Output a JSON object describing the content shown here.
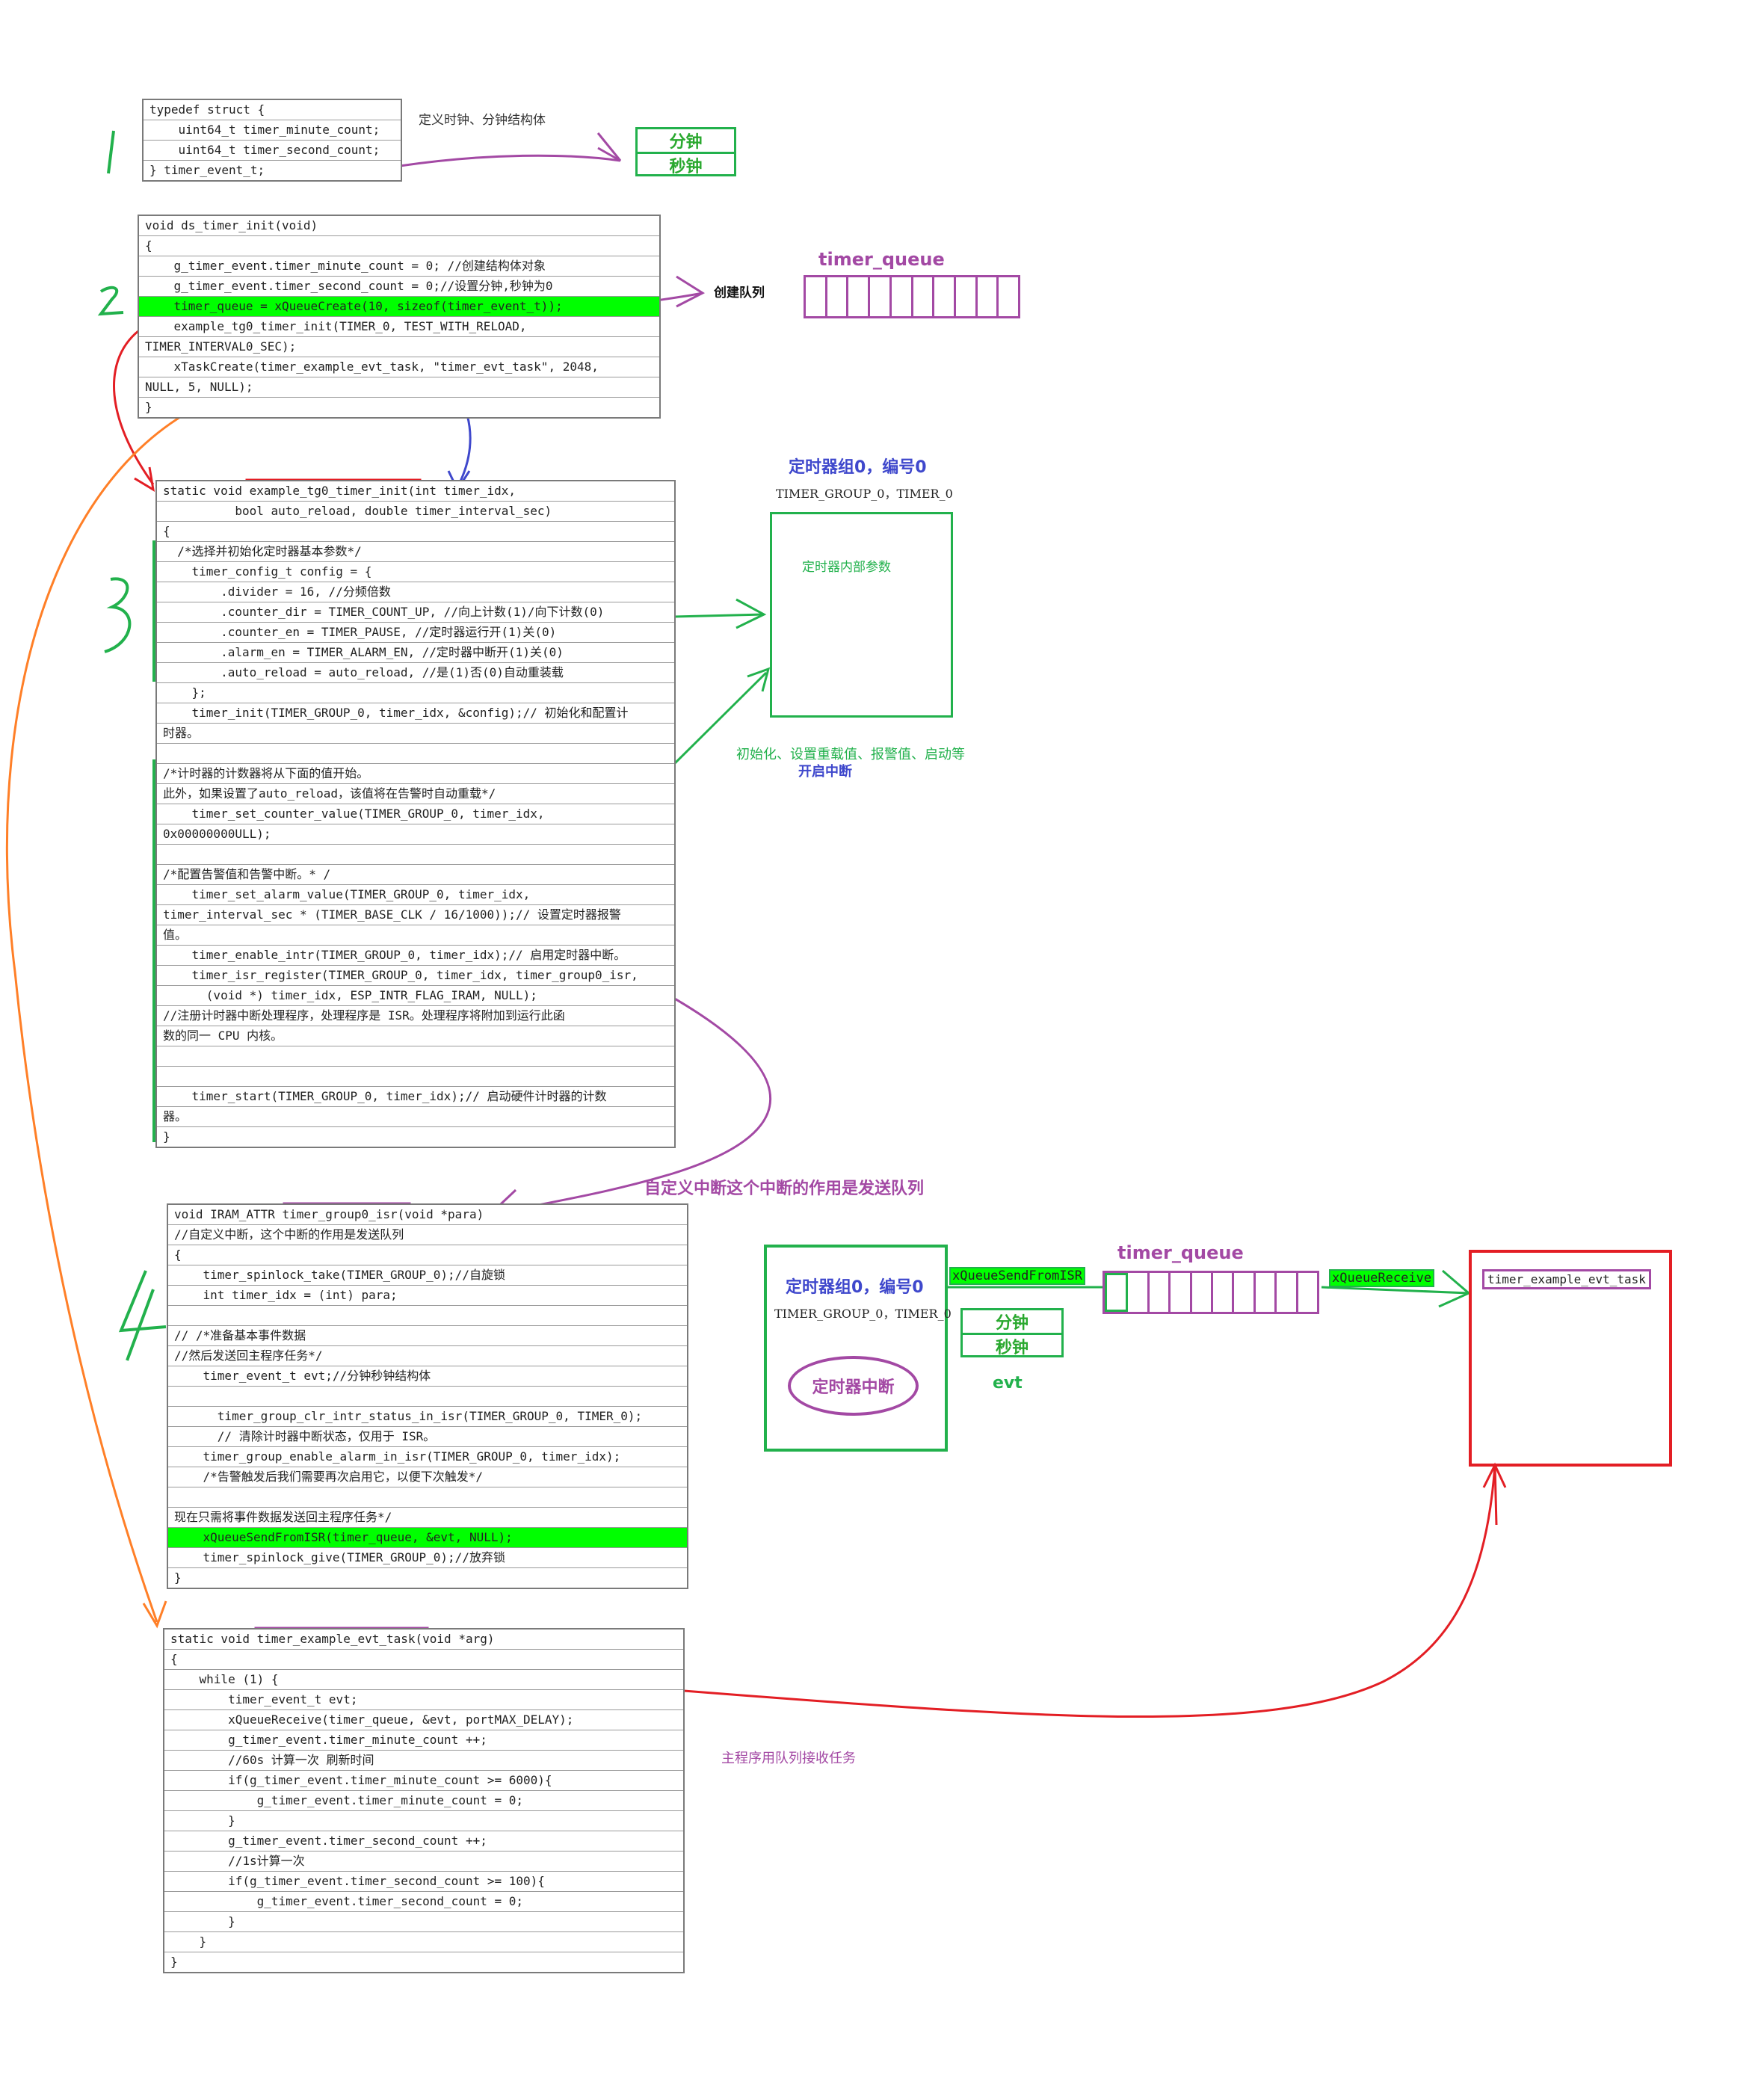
{
  "colors": {
    "green": "#22b14c",
    "purple": "#a349a4",
    "red": "#e31e24",
    "blue": "#3f48cc",
    "orange": "#ff7f27",
    "hl": "#00ff00"
  },
  "steps": {
    "one": "1",
    "two": "2",
    "three": "3",
    "four": "4"
  },
  "code1": {
    "lines": [
      "typedef struct {",
      "    uint64_t timer_minute_count;",
      "    uint64_t timer_second_count;",
      "} timer_event_t;"
    ]
  },
  "code2": {
    "lines": [
      "void ds_timer_init(void)",
      "{",
      "    g_timer_event.timer_minute_count = 0; //创建结构体对象",
      "    g_timer_event.timer_second_count = 0;//设置分钟,秒钟为0",
      "    timer_queue = xQueueCreate(10, sizeof(timer_event_t));",
      "    example_tg0_timer_init(TIMER_0, TEST_WITH_RELOAD,",
      "TIMER_INTERVAL0_SEC);",
      "    xTaskCreate(timer_example_evt_task, \"timer_evt_task\", 2048,",
      "NULL, 5, NULL);",
      "}"
    ]
  },
  "code3": {
    "lines": [
      "static void example_tg0_timer_init(int timer_idx,",
      "          bool auto_reload, double timer_interval_sec)",
      "{",
      "  /*选择并初始化定时器基本参数*/",
      "    timer_config_t config = {",
      "        .divider = 16, //分频倍数",
      "        .counter_dir = TIMER_COUNT_UP, //向上计数(1)/向下计数(0)",
      "        .counter_en = TIMER_PAUSE, //定时器运行开(1)关(0)",
      "        .alarm_en = TIMER_ALARM_EN, //定时器中断开(1)关(0)",
      "        .auto_reload = auto_reload, //是(1)否(0)自动重装载",
      "    };",
      "    timer_init(TIMER_GROUP_0, timer_idx, &config);// 初始化和配置计",
      "时器。",
      "",
      "/*计时器的计数器将从下面的值开始。",
      "此外，如果设置了auto_reload，该值将在告警时自动重载*/",
      "    timer_set_counter_value(TIMER_GROUP_0, timer_idx,",
      "0x00000000ULL);",
      "",
      "/*配置告警值和告警中断。* /",
      "    timer_set_alarm_value(TIMER_GROUP_0, timer_idx,",
      "timer_interval_sec * (TIMER_BASE_CLK / 16/1000));// 设置定时器报警",
      "值。",
      "    timer_enable_intr(TIMER_GROUP_0, timer_idx);// 启用定时器中断。",
      "    timer_isr_register(TIMER_GROUP_0, timer_idx, timer_group0_isr,",
      "      (void *) timer_idx, ESP_INTR_FLAG_IRAM, NULL);",
      "//注册计时器中断处理程序，处理程序是 ISR。处理程序将附加到运行此函",
      "数的同一 CPU 内核。",
      "",
      "",
      "    timer_start(TIMER_GROUP_0, timer_idx);// 启动硬件计时器的计数",
      "器。",
      "}"
    ]
  },
  "code4": {
    "lines": [
      "void IRAM_ATTR timer_group0_isr(void *para)",
      "//自定义中断，这个中断的作用是发送队列",
      "{",
      "    timer_spinlock_take(TIMER_GROUP_0);//自旋锁",
      "    int timer_idx = (int) para;",
      "",
      "// /*准备基本事件数据",
      "//然后发送回主程序任务*/",
      "    timer_event_t evt;//分钟秒钟结构体",
      "",
      "      timer_group_clr_intr_status_in_isr(TIMER_GROUP_0, TIMER_0);",
      "      // 清除计时器中断状态，仅用于 ISR。",
      "    timer_group_enable_alarm_in_isr(TIMER_GROUP_0, timer_idx);",
      "    /*告警触发后我们需要再次启用它，以便下次触发*/",
      "",
      "现在只需将事件数据发送回主程序任务*/",
      "    xQueueSendFromISR(timer_queue, &evt, NULL);",
      "    timer_spinlock_give(TIMER_GROUP_0);//放弃锁",
      "}"
    ]
  },
  "code5": {
    "lines": [
      "static void timer_example_evt_task(void *arg)",
      "{",
      "    while (1) {",
      "        timer_event_t evt;",
      "        xQueueReceive(timer_queue, &evt, portMAX_DELAY);",
      "        g_timer_event.timer_minute_count ++;",
      "        //60s 计算一次 刷新时间",
      "        if(g_timer_event.timer_minute_count >= 6000){",
      "            g_timer_event.timer_minute_count = 0;",
      "        }",
      "        g_timer_event.timer_second_count ++;",
      "        //1s计算一次",
      "        if(g_timer_event.timer_second_count >= 100){",
      "            g_timer_event.timer_second_count = 0;",
      "        }",
      "    }",
      "}"
    ]
  },
  "labels": {
    "define_struct": "定义时钟、分钟结构体",
    "minute": "分钟",
    "second": "秒钟",
    "create_queue": "创建队列",
    "timer_queue": "timer_queue",
    "timer_group_title": "定时器组0，编号0",
    "timer_group_sub": "TIMER_GROUP_0，TIMER_0",
    "timer_internal": "定时器内部参数",
    "init_desc": "初始化、设置重载值、报警值、启动等",
    "enable_intr": "开启中断",
    "custom_isr": "自定义中断这个中断的作用是发送队列",
    "timer_interrupt": "定时器中断",
    "send_from_isr": "xQueueSendFromISR",
    "queue_receive": "xQueueReceive",
    "evt": "evt",
    "task_name": "timer_example_evt_task",
    "main_receive": "主程序用队列接收任务"
  }
}
